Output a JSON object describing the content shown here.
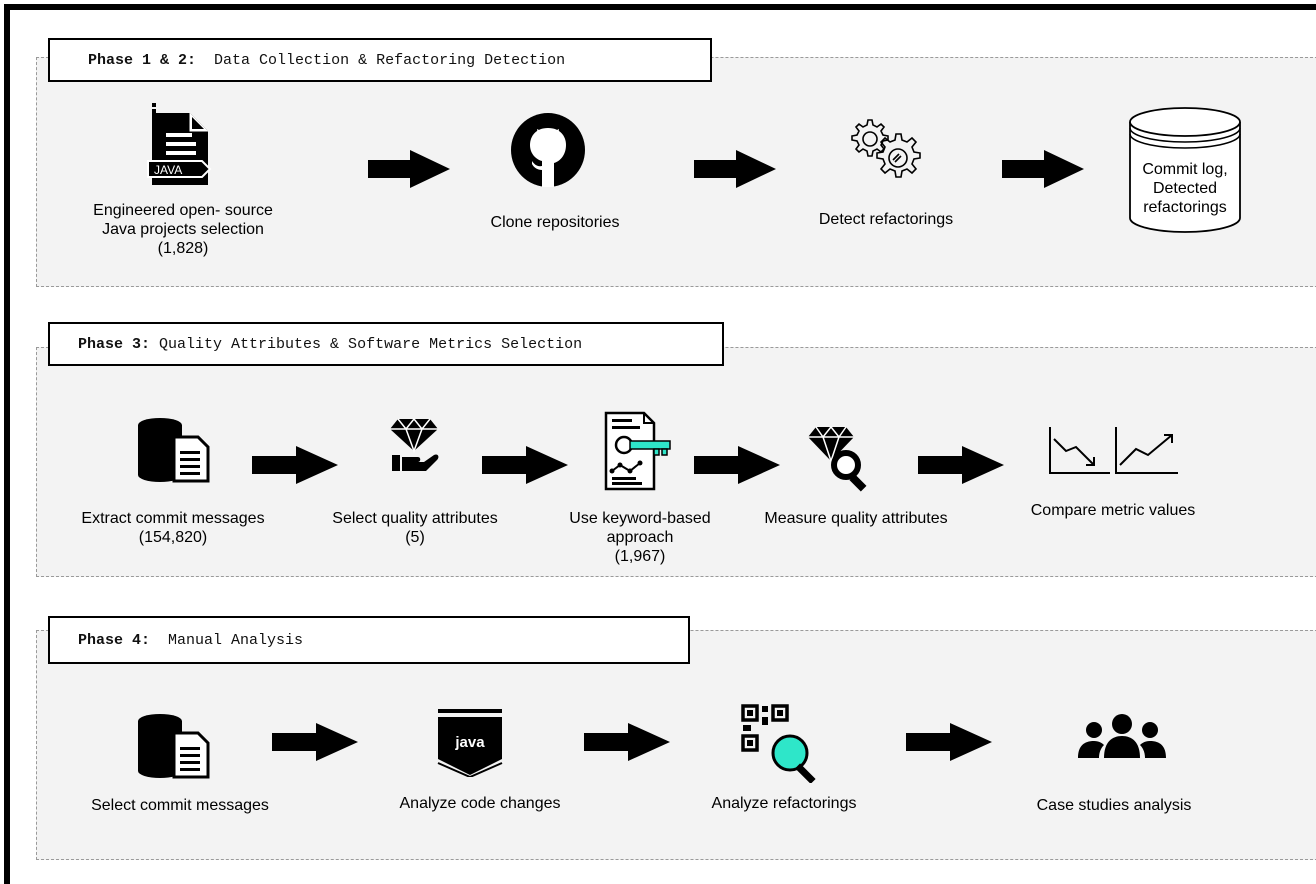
{
  "phases": [
    {
      "title_bold": "Phase 1 & 2:",
      "title_text": "Data Collection & Refactoring Detection",
      "steps": [
        {
          "lines": [
            "Engineered open- source",
            "Java projects selection",
            "(1,828)"
          ],
          "icon": "java-file-icon"
        },
        {
          "lines": [
            "Clone repositories"
          ],
          "icon": "github-icon"
        },
        {
          "lines": [
            "Detect refactorings"
          ],
          "icon": "gears-icon"
        },
        {
          "lines": [
            "Commit log,",
            "Detected",
            "refactorings"
          ],
          "icon": "database-cylinder-icon"
        }
      ]
    },
    {
      "title_bold": "Phase 3:",
      "title_text": "Quality Attributes & Software Metrics Selection",
      "steps": [
        {
          "lines": [
            "Extract commit messages",
            "(154,820)"
          ],
          "icon": "database-document-icon"
        },
        {
          "lines": [
            "Select quality attributes",
            "(5)"
          ],
          "icon": "diamond-hand-icon"
        },
        {
          "lines": [
            "Use keyword-based",
            "approach",
            "(1,967)"
          ],
          "icon": "document-key-icon"
        },
        {
          "lines": [
            "Measure quality attributes"
          ],
          "icon": "diamond-magnifier-icon"
        },
        {
          "lines": [
            "Compare metric values"
          ],
          "icon": "trend-charts-icon"
        }
      ]
    },
    {
      "title_bold": "Phase 4:",
      "title_text": "Manual Analysis",
      "steps": [
        {
          "lines": [
            "Select commit messages"
          ],
          "icon": "database-document-icon"
        },
        {
          "lines": [
            "Analyze code changes"
          ],
          "icon": "java-badge-icon"
        },
        {
          "lines": [
            "Analyze refactorings"
          ],
          "icon": "qr-magnifier-icon"
        },
        {
          "lines": [
            "Case studies analysis"
          ],
          "icon": "people-group-icon"
        }
      ]
    }
  ],
  "icon_text": {
    "java_file": "JAVA",
    "java_badge": "java"
  },
  "colors": {
    "accent_teal": "#2ee6c9",
    "panel_bg": "#f3f3f3"
  }
}
